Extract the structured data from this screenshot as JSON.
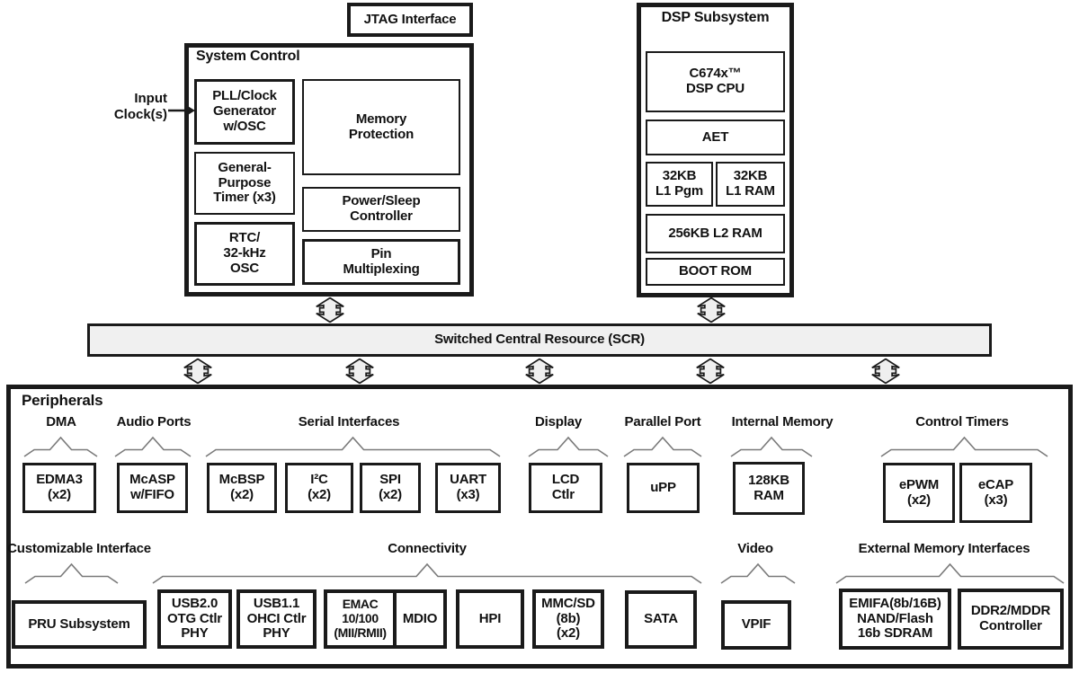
{
  "diagram": {
    "jtag_label": "JTAG Interface",
    "input_clock_label": "Input\nClock(s)",
    "scr_label": "Switched Central Resource (SCR)"
  },
  "system_control": {
    "title": "System Control",
    "blocks": [
      "PLL/Clock\nGenerator\nw/OSC",
      "Memory\nProtection",
      "General-\nPurpose\nTimer (x3)",
      "Power/Sleep\nController",
      "RTC/\n32-kHz\nOSC",
      "Pin\nMultiplexing"
    ]
  },
  "dsp_subsystem": {
    "title": "DSP Subsystem",
    "blocks": [
      "C674x™\nDSP CPU",
      "AET",
      "32KB\nL1 Pgm",
      "32KB\nL1 RAM",
      "256KB L2 RAM",
      "BOOT ROM"
    ]
  },
  "peripherals": {
    "title": "Peripherals",
    "groups": [
      {
        "label": "DMA",
        "boxes": [
          "EDMA3\n(x2)"
        ]
      },
      {
        "label": "Audio Ports",
        "boxes": [
          "McASP\nw/FIFO"
        ]
      },
      {
        "label": "Serial Interfaces",
        "boxes": [
          "McBSP\n(x2)",
          "I²C\n(x2)",
          "SPI\n(x2)",
          "UART\n(x3)"
        ]
      },
      {
        "label": "Display",
        "boxes": [
          "LCD\nCtlr"
        ]
      },
      {
        "label": "Parallel Port",
        "boxes": [
          "uPP"
        ]
      },
      {
        "label": "Internal Memory",
        "boxes": [
          "128KB\nRAM"
        ]
      },
      {
        "label": "Control Timers",
        "boxes": [
          "ePWM\n(x2)",
          "eCAP\n(x3)"
        ]
      },
      {
        "label": "Customizable Interface",
        "boxes": [
          "PRU Subsystem"
        ]
      },
      {
        "label": "Connectivity",
        "boxes": [
          "USB2.0\nOTG Ctlr\nPHY",
          "USB1.1\nOHCI Ctlr\nPHY",
          "EMAC\n10/100\n(MII/RMII)",
          "MDIO",
          "HPI",
          "MMC/SD\n(8b)\n(x2)",
          "SATA"
        ]
      },
      {
        "label": "Video",
        "boxes": [
          "VPIF"
        ]
      },
      {
        "label": "External Memory Interfaces",
        "boxes": [
          "EMIFA(8b/16B)\nNAND/Flash\n16b SDRAM",
          "DDR2/MDDR\nController"
        ]
      }
    ]
  },
  "colors": {
    "line": "#1a1a1a",
    "scr_fill": "#f0f0f0",
    "arrow_fill": "#efefef",
    "brace": "#7a7a7a"
  }
}
